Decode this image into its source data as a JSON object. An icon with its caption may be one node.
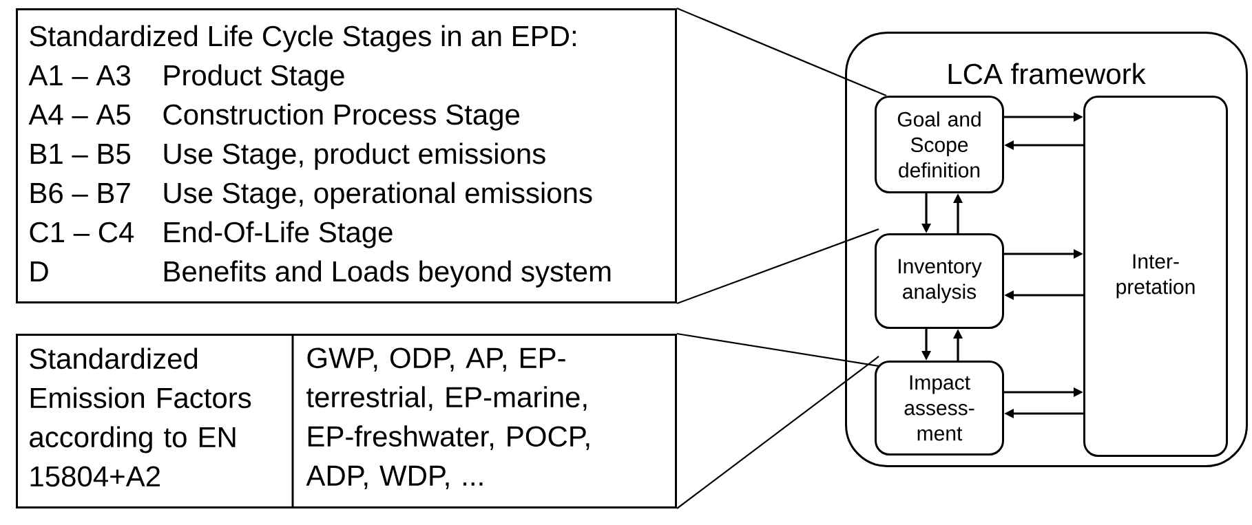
{
  "diagram": {
    "nodes": [
      {
        "text": [
          "Standardized Life Cycle Stages in an EPD:",
          "A1 – A3",
          "Product Stage",
          "A4 – A5",
          "Construction Process Stage",
          "B1 – B5",
          "Use Stage, product emissions",
          "B6 – B7",
          "Use Stage, operational emissions",
          "C1 – C4",
          "End-Of-Life Stage",
          "D",
          "Benefits and Loads beyond system"
        ]
      },
      {
        "text": [
          "Standardized Emission Factors according to EN 15804+A2",
          "GWP, ODP, AP, EP-terrestrial, EP-marine, EP-freshwater, POCP, ADP, WDP, ..."
        ]
      },
      {
        "text": [
          "LCA framework"
        ]
      },
      {
        "text": [
          "Goal and Scope definition"
        ],
        "in": 2
      },
      {
        "text": [
          "Inventory analysis"
        ],
        "in": 2
      },
      {
        "text": [
          "Impact assess- ment"
        ],
        "in": 2
      },
      {
        "text": [
          "Inter- pretation"
        ],
        "in": 2
      }
    ],
    "edges": [
      {
        "from": 0,
        "to": 3,
        "arrow": "none"
      },
      {
        "from": 0,
        "to": 4,
        "arrow": "none"
      },
      {
        "from": 1,
        "to": 5,
        "arrow": "none"
      },
      {
        "from": 1,
        "to": 5,
        "arrow": "none"
      },
      {
        "from": 3,
        "to": 6,
        "arrow": "to"
      },
      {
        "from": 6,
        "to": 3,
        "arrow": "to"
      },
      {
        "from": 3,
        "to": 4,
        "arrow": "to"
      },
      {
        "from": 4,
        "to": 3,
        "arrow": "to"
      },
      {
        "from": 4,
        "to": 6,
        "arrow": "to"
      },
      {
        "from": 6,
        "to": 4,
        "arrow": "to"
      },
      {
        "from": 4,
        "to": 5,
        "arrow": "to"
      },
      {
        "from": 5,
        "to": 4,
        "arrow": "to"
      },
      {
        "from": 5,
        "to": 6,
        "arrow": "to"
      },
      {
        "from": 6,
        "to": 5,
        "arrow": "to"
      }
    ]
  }
}
